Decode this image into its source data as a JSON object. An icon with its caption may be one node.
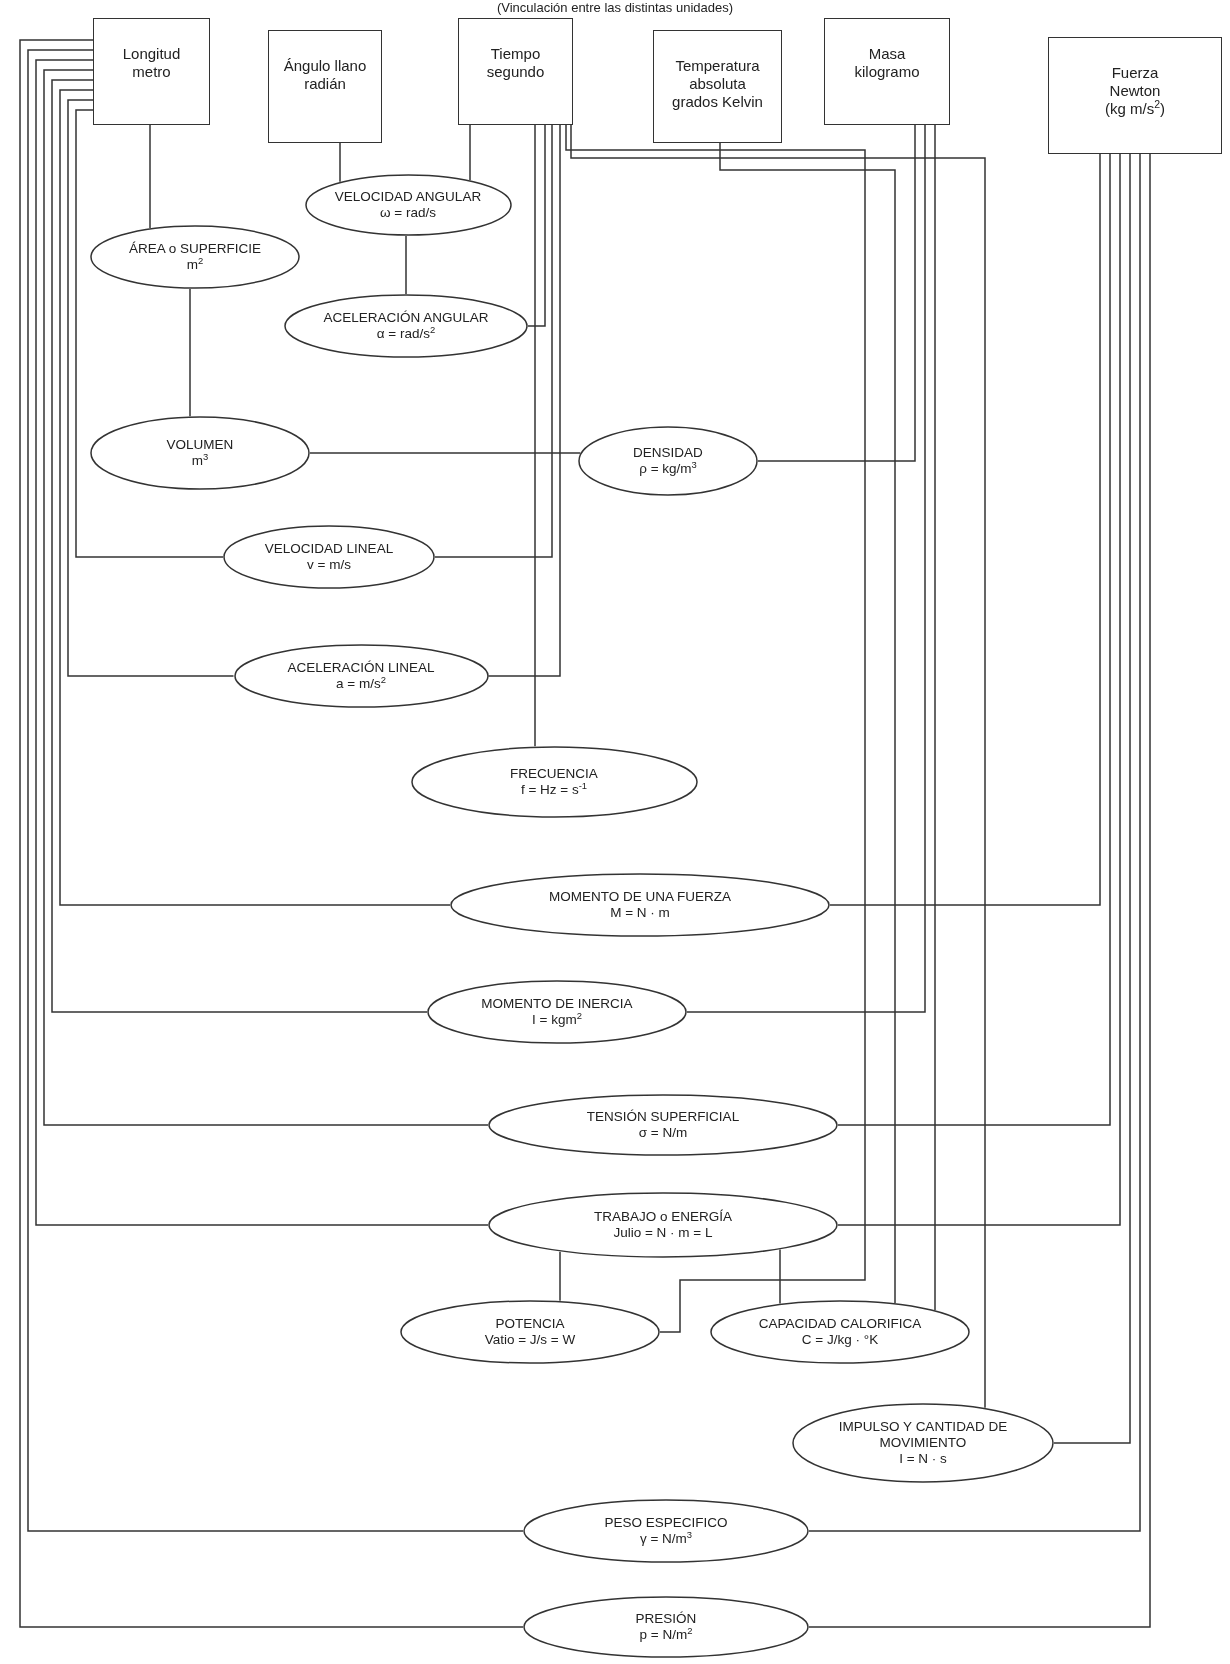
{
  "diagram": {
    "nodes": [
      {
        "text": [
          "Longitud",
          "metro"
        ]
      },
      {
        "text": [
          "Ángulo llano",
          "radián"
        ]
      },
      {
        "text": [
          "Tiempo",
          "segundo"
        ]
      },
      {
        "text": [
          "Temperatura absoluta",
          "grados Kelvin"
        ]
      },
      {
        "text": [
          "Masa",
          "kilogramo"
        ]
      },
      {
        "text": [
          "Fuerza",
          "Newton",
          "(kg m/s$^{2}$)"
        ]
      },
      {
        "text": [
          "VELOCIDAD ANGULAR",
          "ω = rad/s"
        ]
      },
      {
        "text": [
          "ÁREA o SUPERFICIE",
          "m$^{2}$"
        ]
      },
      {
        "text": [
          "ACELERACIÓN ANGULAR",
          "α = rad/s$^{2}$"
        ]
      },
      {
        "text": [
          "VOLUMEN",
          "m$^{3}$"
        ]
      },
      {
        "text": [
          "DENSIDAD",
          "ρ = kg/m$^{3}$"
        ]
      },
      {
        "text": [
          "VELOCIDAD LINEAL",
          "v = m/s"
        ]
      },
      {
        "text": [
          "ACELERACIÓN LINEAL",
          "a = m/s$^{2}$"
        ]
      },
      {
        "text": [
          "FRECUENCIA",
          "f = Hz = s$^{-1}$"
        ]
      },
      {
        "text": [
          "MOMENTO DE UNA FUERZA",
          "M = N · m"
        ]
      },
      {
        "text": [
          "MOMENTO DE INERCIA",
          "I = kgm$^{2}$"
        ]
      },
      {
        "text": [
          "TENSIÓN SUPERFICIAL",
          "σ = N/m"
        ]
      },
      {
        "text": [
          "TRABAJO o ENERGÍA",
          "Julio = N · m = L"
        ]
      },
      {
        "text": [
          "POTENCIA",
          "Vatio = J/s = W"
        ]
      },
      {
        "text": [
          "CAPACIDAD CALORIFICA",
          "C = J/kg · °K"
        ]
      },
      {
        "text": [
          "IMPULSO Y CANTIDAD DE MOVIMIENTO",
          "I = N · s"
        ]
      },
      {
        "text": [
          "PESO ESPECIFICO",
          "γ = N/m$^{3}$"
        ]
      },
      {
        "text": [
          "PRESIÓN",
          "p = N/m$^{2}$"
        ]
      }
    ],
    "edges": [
      {
        "from": 0,
        "to": 7,
        "arrow": "none"
      },
      {
        "from": 1,
        "to": 6,
        "arrow": "none"
      },
      {
        "from": 2,
        "to": 6,
        "arrow": "none"
      },
      {
        "from": 6,
        "to": 8,
        "arrow": "none"
      },
      {
        "from": 2,
        "to": 8,
        "arrow": "none"
      },
      {
        "from": 7,
        "to": 9,
        "arrow": "none"
      },
      {
        "from": 9,
        "to": 10,
        "arrow": "none"
      },
      {
        "from": 4,
        "to": 10,
        "arrow": "none"
      },
      {
        "from": 0,
        "to": 11,
        "arrow": "none"
      },
      {
        "from": 2,
        "to": 11,
        "arrow": "none"
      },
      {
        "from": 0,
        "to": 12,
        "arrow": "none"
      },
      {
        "from": 2,
        "to": 12,
        "arrow": "none"
      },
      {
        "from": 2,
        "to": 13,
        "arrow": "none"
      },
      {
        "from": 0,
        "to": 14,
        "arrow": "none"
      },
      {
        "from": 5,
        "to": 14,
        "arrow": "none"
      },
      {
        "from": 0,
        "to": 15,
        "arrow": "none"
      },
      {
        "from": 4,
        "to": 15,
        "arrow": "none"
      },
      {
        "from": 0,
        "to": 16,
        "arrow": "none"
      },
      {
        "from": 5,
        "to": 16,
        "arrow": "none"
      },
      {
        "from": 0,
        "to": 17,
        "arrow": "none"
      },
      {
        "from": 5,
        "to": 17,
        "arrow": "none"
      },
      {
        "from": 17,
        "to": 18,
        "arrow": "none"
      },
      {
        "from": 2,
        "to": 18,
        "arrow": "none"
      },
      {
        "from": 17,
        "to": 19,
        "arrow": "none"
      },
      {
        "from": 3,
        "to": 19,
        "arrow": "none"
      },
      {
        "from": 4,
        "to": 19,
        "arrow": "none"
      },
      {
        "from": 2,
        "to": 20,
        "arrow": "none"
      },
      {
        "from": 5,
        "to": 20,
        "arrow": "none"
      },
      {
        "from": 0,
        "to": 21,
        "arrow": "none"
      },
      {
        "from": 5,
        "to": 21,
        "arrow": "none"
      },
      {
        "from": 0,
        "to": 22,
        "arrow": "none"
      },
      {
        "from": 5,
        "to": 22,
        "arrow": "none"
      }
    ],
    "labels": [
      "(Vinculación entre las distintas unidades)"
    ]
  }
}
